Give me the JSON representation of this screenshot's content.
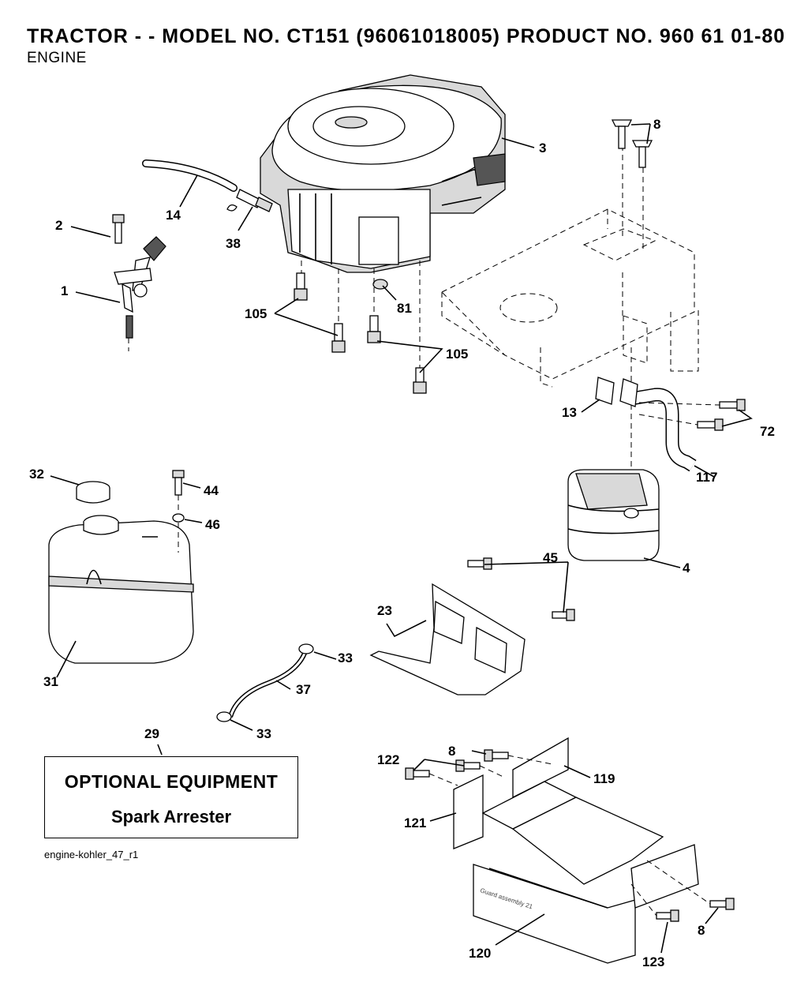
{
  "header": {
    "title": "TRACTOR - - MODEL NO. CT151 (96061018005) PRODUCT NO. 960 61 01-80",
    "subtitle": "ENGINE"
  },
  "optional_box": {
    "heading": "OPTIONAL EQUIPMENT",
    "item": "Spark Arrester"
  },
  "drawing_reference": "engine-kohler_47_r1",
  "guard_stamp": "Guard assembly 21",
  "callouts": {
    "c1": "1",
    "c2": "2",
    "c3": "3",
    "c4": "4",
    "c8a": "8",
    "c8b": "8",
    "c8c": "8",
    "c13": "13",
    "c14": "14",
    "c23": "23",
    "c29": "29",
    "c31": "31",
    "c32": "32",
    "c33a": "33",
    "c33b": "33",
    "c37": "37",
    "c38": "38",
    "c44": "44",
    "c45": "45",
    "c46": "46",
    "c72": "72",
    "c81": "81",
    "c105a": "105",
    "c105b": "105",
    "c117": "117",
    "c119": "119",
    "c120": "120",
    "c121": "121",
    "c122": "122",
    "c123": "123"
  }
}
